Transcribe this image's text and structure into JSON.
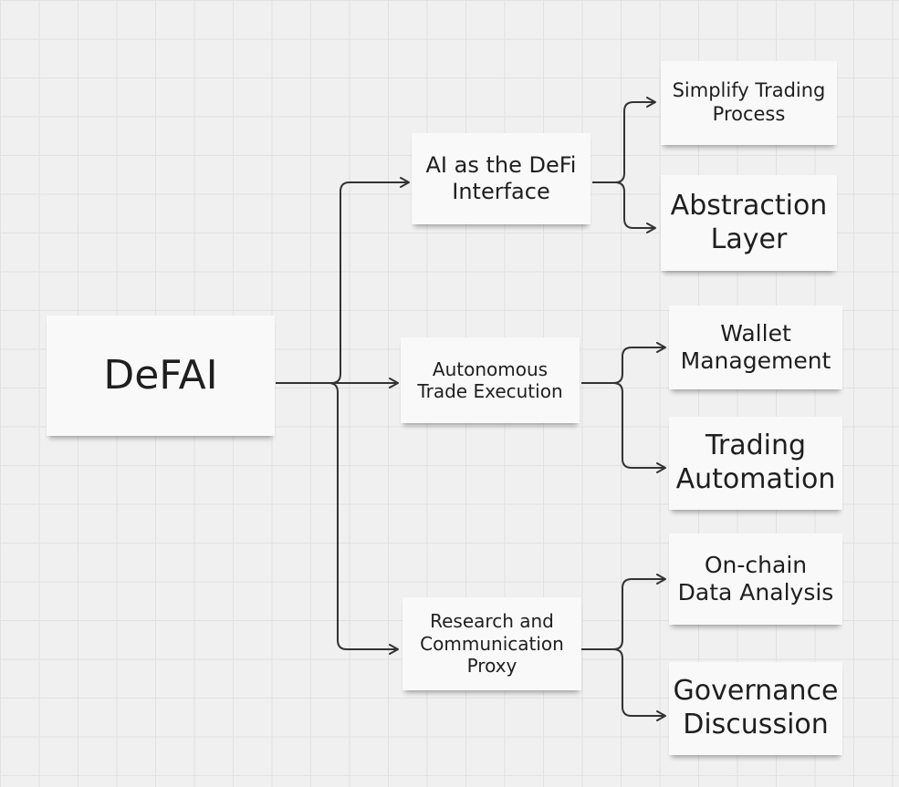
{
  "diagram": {
    "root": {
      "label": "DeFAI"
    },
    "branches": [
      {
        "label": "AI as the DeFi\nInterface",
        "children": [
          {
            "label": "Simplify Trading\nProcess"
          },
          {
            "label": "Abstraction\nLayer"
          }
        ]
      },
      {
        "label": "Autonomous\nTrade Execution",
        "children": [
          {
            "label": "Wallet\nManagement"
          },
          {
            "label": "Trading\nAutomation"
          }
        ]
      },
      {
        "label": "Research and\nCommunication\nProxy",
        "children": [
          {
            "label": "On-chain\nData Analysis"
          },
          {
            "label": "Governance\nDiscussion"
          }
        ]
      }
    ]
  },
  "colors": {
    "background": "#f0f0f0",
    "grid": "#e1e1e1",
    "note": "#f9f9f9",
    "connector": "#333333",
    "text": "#1f1f1f"
  }
}
